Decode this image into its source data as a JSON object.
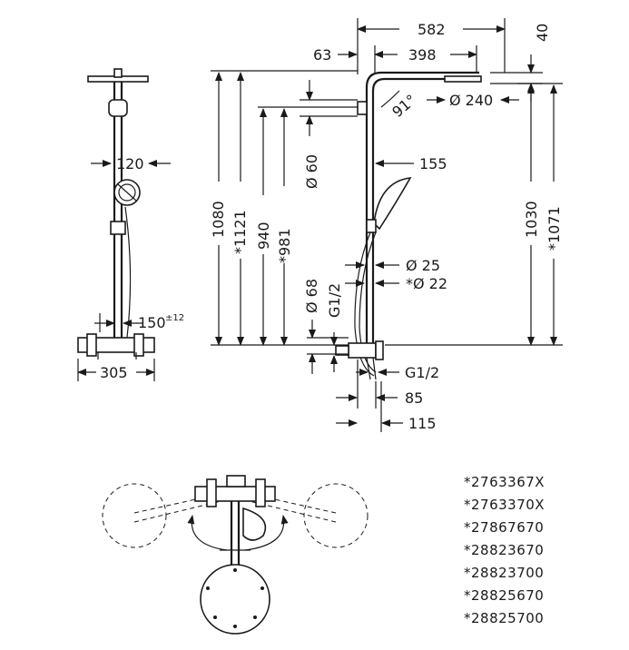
{
  "front_view": {
    "width_120": "120",
    "offset_150": "150",
    "tolerance": "±12",
    "width_305": "305"
  },
  "side_view": {
    "d582": "582",
    "d40": "40",
    "d63": "63",
    "d398": "398",
    "angle": "91°",
    "dia240": "Ø 240",
    "d1080": "1080",
    "d1121": "*1121",
    "d940": "940",
    "d981": "*981",
    "dia60": "Ø 60",
    "d155": "155",
    "d1030": "1030",
    "d1071": "*1071",
    "dia25": "Ø 25",
    "dia22": "*Ø 22",
    "dia68": "Ø 68",
    "g12_vertical": "G1/2",
    "g12_horizontal": "G1/2",
    "d85": "85",
    "d115": "115"
  },
  "article_numbers": [
    "*2763367X",
    "*2763370X",
    "*27867670",
    "*28823670",
    "*28823700",
    "*28825670",
    "*28825700"
  ]
}
